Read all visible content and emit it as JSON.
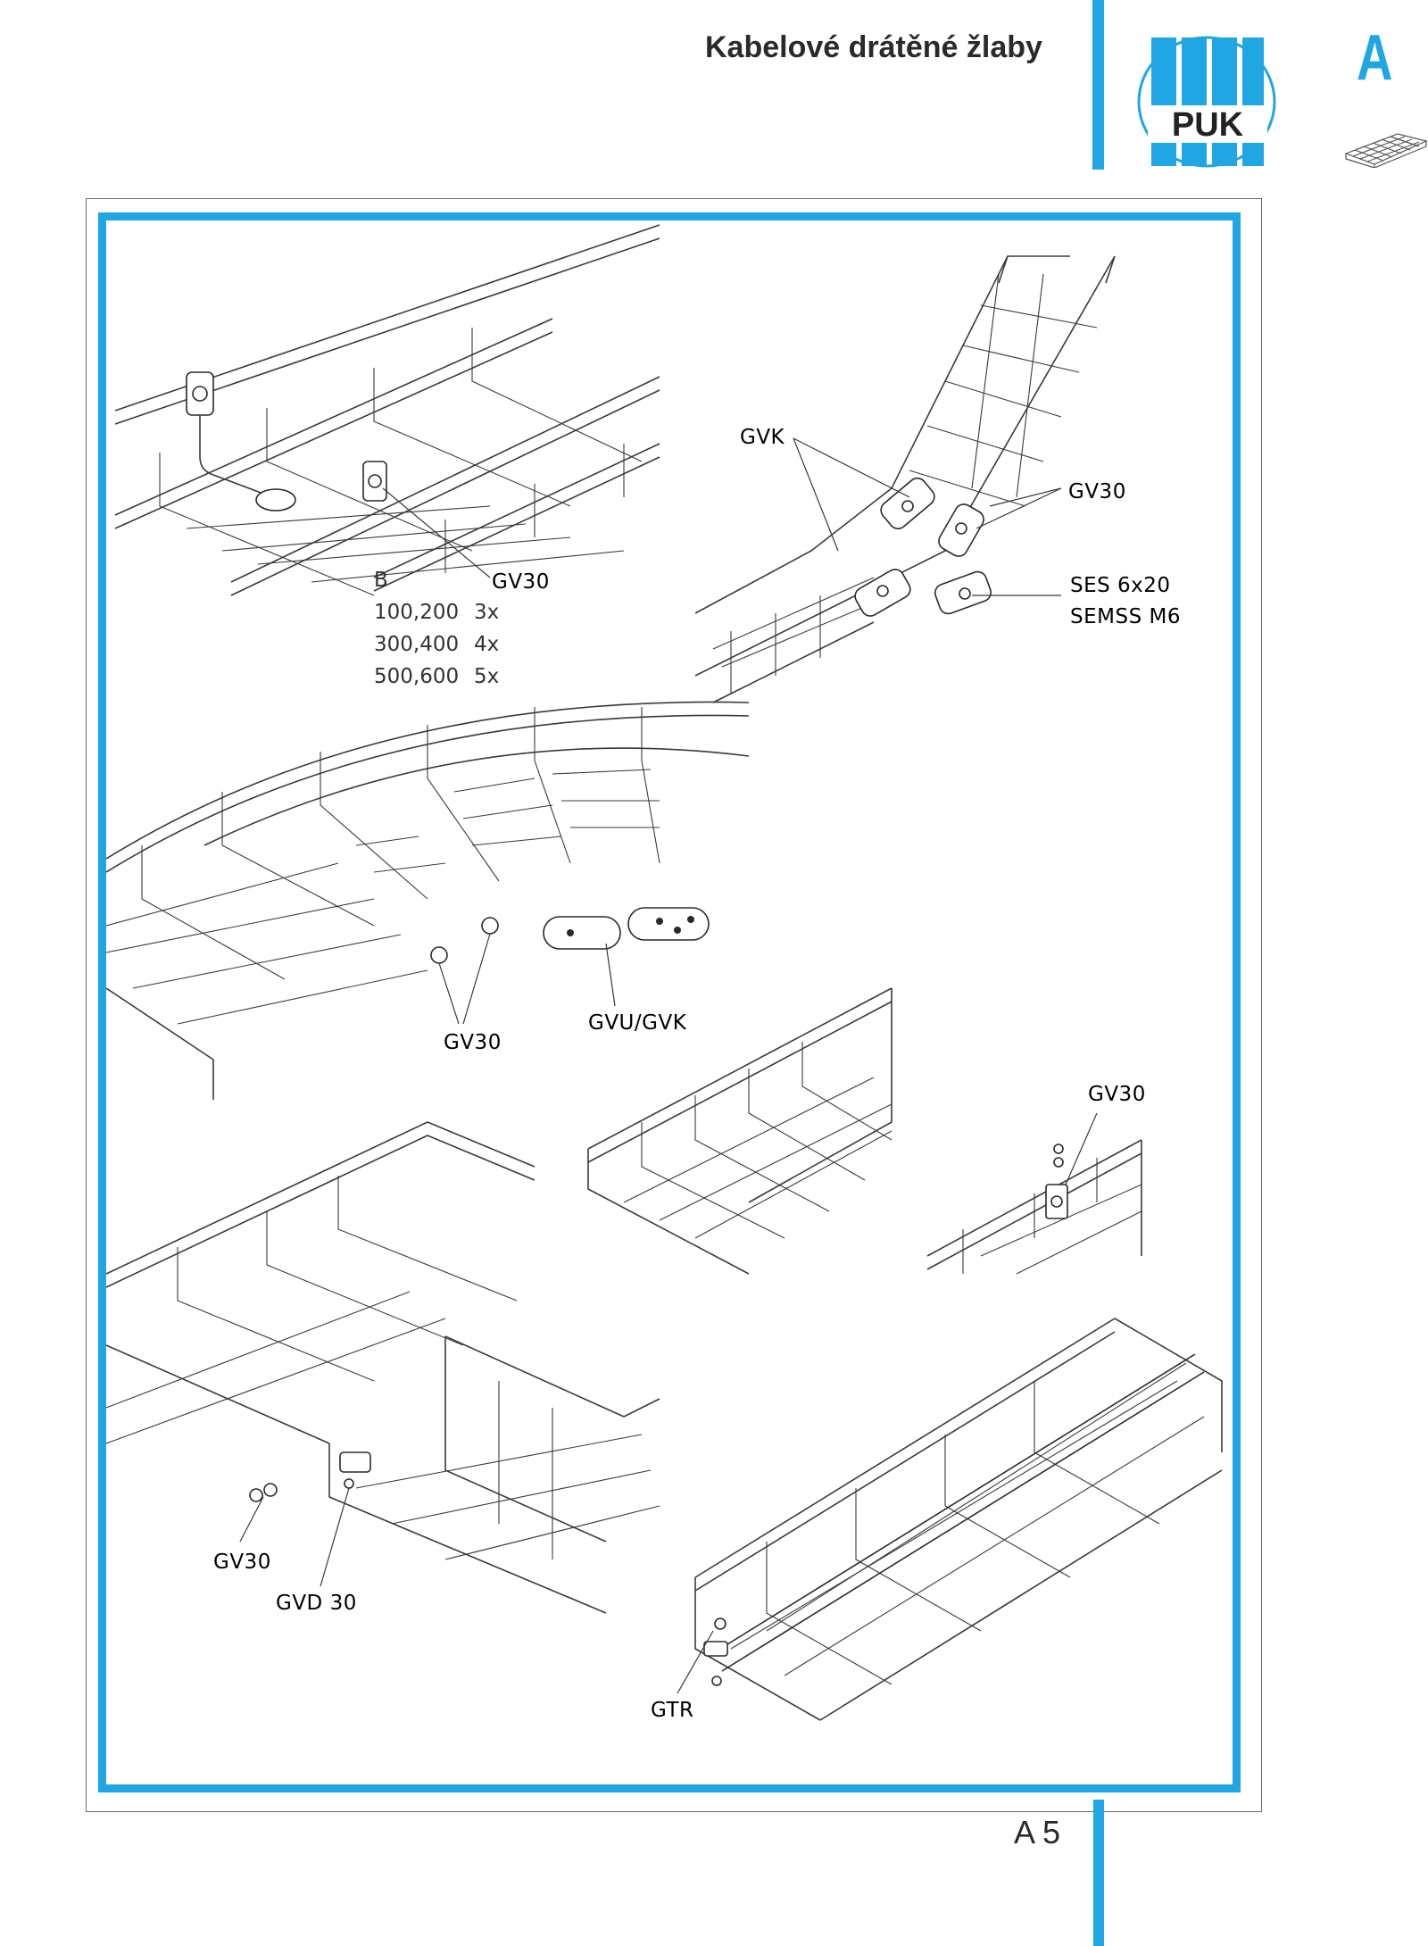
{
  "header": {
    "title": "Kabelové drátěné žlaby",
    "logo_text": "PUK",
    "section_letter": "A"
  },
  "footer": {
    "page_number": "A 5"
  },
  "colors": {
    "accent": "#1fa6e3",
    "frame": "#6b6b6b",
    "line": "#3a3a3a"
  },
  "drawing1": {
    "callout": "GV30",
    "table": {
      "headers": [
        "B",
        "GV30"
      ],
      "rows": [
        [
          "100,200",
          "3x"
        ],
        [
          "300,400",
          "4x"
        ],
        [
          "500,600",
          "5x"
        ]
      ]
    }
  },
  "drawing2": {
    "labels": {
      "gvk": "GVK",
      "gv30": "GV30",
      "ses": "SES 6x20",
      "semss": "SEMSS M6"
    }
  },
  "drawing3": {
    "labels": {
      "gv30": "GV30",
      "gvu_gvk": "GVU/GVK"
    }
  },
  "drawing4": {
    "labels": {
      "gv30": "GV30"
    }
  },
  "drawing5": {
    "labels": {
      "gv30": "GV30",
      "gvd30": "GVD 30"
    }
  },
  "drawing6": {
    "labels": {
      "gtr": "GTR"
    }
  }
}
